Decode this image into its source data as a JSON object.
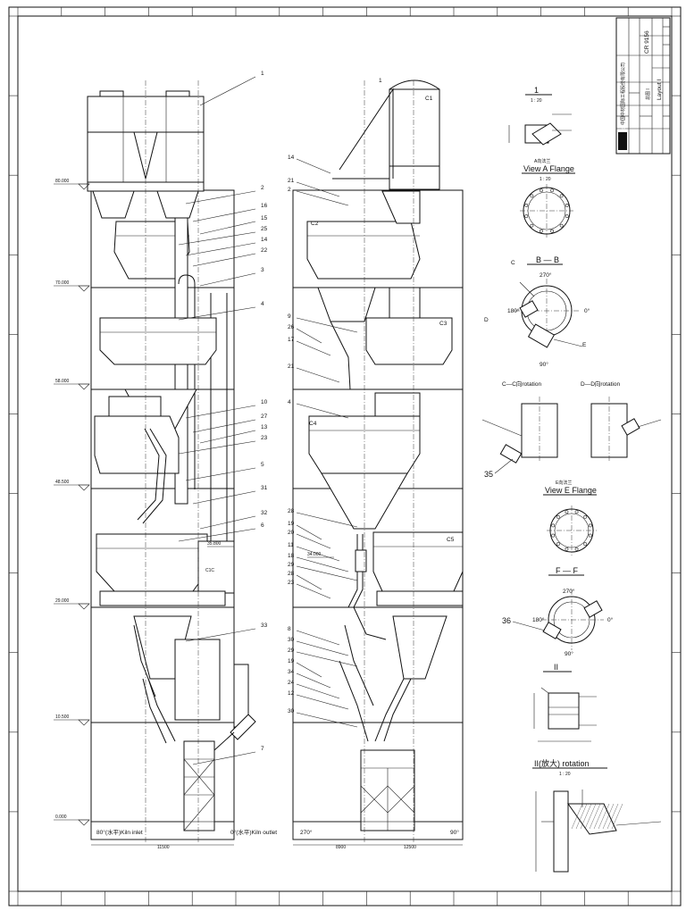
{
  "title_block": {
    "company_cn": "中国中材国际工程股份有限公司",
    "logo_text": "SINOMA",
    "drawing_no": "CR 9156",
    "drawing_title": "Layout I",
    "sub_title": "总图 I"
  },
  "elevations": [
    "80.000",
    "70.000",
    "58.000",
    "48.500",
    "29.000",
    "10.500",
    "0.000",
    "35.800",
    "34.000"
  ],
  "part_numbers_left": [
    "1",
    "2",
    "16",
    "15",
    "25",
    "14",
    "22",
    "3",
    "4",
    "10",
    "27",
    "13",
    "23",
    "5",
    "31",
    "32",
    "6",
    "33",
    "7"
  ],
  "part_numbers_mid": [
    "1",
    "14",
    "21",
    "2",
    "9",
    "26",
    "17",
    "21",
    "4",
    "28",
    "19",
    "20",
    "11",
    "18",
    "29",
    "28",
    "23",
    "8",
    "30",
    "29",
    "19",
    "34",
    "24",
    "12",
    "30"
  ],
  "stage_labels": [
    "C1",
    "C2",
    "C3",
    "C4",
    "C5",
    "C1C"
  ],
  "angle_labels": [
    "0°",
    "90°",
    "180°",
    "270°"
  ],
  "views": {
    "section_1": "1",
    "scale_1_20": "1 : 20",
    "view_a_cn": "A向法兰",
    "view_a": "View A Flange",
    "section_bb": "B — B",
    "section_cc": "C—C向rotation",
    "section_dd": "D—D向rotation",
    "view_e_cn": "E向法兰",
    "view_e": "View E Flange",
    "section_ff": "F — F",
    "section_ii": "II",
    "detail_ii": "II(放大) rotation",
    "label_35": "35",
    "label_36": "36"
  },
  "bottom_labels": {
    "kiln_inlet": "80°(水平)Kiln inlet",
    "kiln_outlet": "0°(水平)Kiln outlet",
    "angle_left": "270°",
    "angle_right": "90°",
    "dim_left": "11500",
    "dim_mid1": "8900",
    "dim_mid2": "12500"
  }
}
